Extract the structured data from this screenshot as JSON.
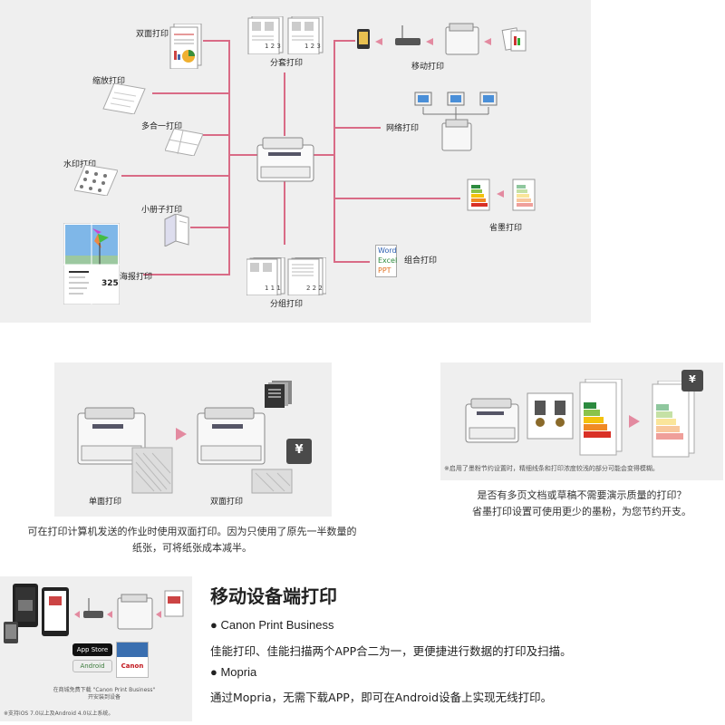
{
  "diagram": {
    "center_label": "",
    "left_features": [
      {
        "label": "双面打印"
      },
      {
        "label": "缩放打印"
      },
      {
        "label": "多合一打印"
      },
      {
        "label": "水印打印"
      },
      {
        "label": "小册子打印"
      },
      {
        "label": "海报打印"
      }
    ],
    "top_feature": {
      "label": "分套打印",
      "numbers": "1 2 3"
    },
    "bottom_feature": {
      "label": "分组打印",
      "numbers_a": "1 1 1",
      "numbers_b": "2 2 2"
    },
    "right_features": [
      {
        "label": "移动打印"
      },
      {
        "label": "网络打印"
      },
      {
        "label": "省墨打印"
      },
      {
        "label": "组合打印"
      }
    ],
    "office_words": [
      "Word",
      "Excel",
      "PPT"
    ],
    "poster_number": "325",
    "colors": {
      "line": "#d96b86",
      "panel": "#efefef"
    }
  },
  "duplex": {
    "single_label": "单面打印",
    "double_label": "双面打印",
    "yen_text": "¥",
    "desc_line1": "可在打印计算机发送的作业时使用双面打印。因为只使用了原先一半数量的",
    "desc_line2": "纸张，可将纸张成本减半。"
  },
  "toner": {
    "note": "※启用了墨粉节约设置时，精细线条和打印浓度较浅的部分可能会变得模糊。",
    "question": "是否有多页文档或草稿不需要演示质量的打印？",
    "answer": "省墨打印设置可使用更少的墨粉，为您节约开支。"
  },
  "mobile": {
    "title": "移动设备端打印",
    "item1_name": "● Canon Print Business",
    "item1_desc": "佳能打印、佳能扫描两个APP合二为一，更便捷进行数据的打印及扫描。",
    "item2_name": "● Mopria",
    "item2_desc": "通过Mopria，无需下载APP，即可在Android设备上实现无线打印。",
    "app_store": "App Store",
    "android": "Android",
    "store_caption": "在商城免费下载 \"Canon Print Business\"",
    "store_caption2": "开安装到设备",
    "footnote": "※支持iOS 7.0以上及Android 4.0以上系统。",
    "canon_logo": "Canon"
  }
}
